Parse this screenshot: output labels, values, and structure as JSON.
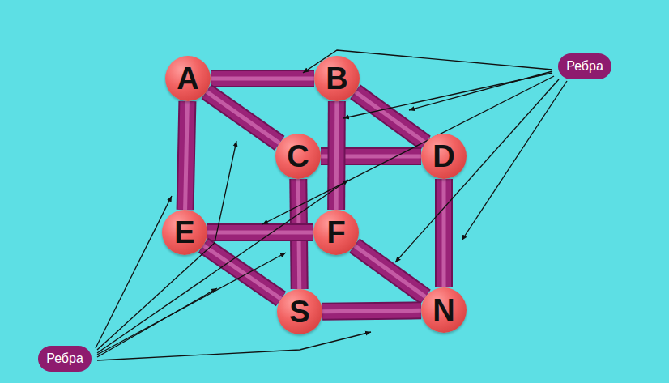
{
  "diagram": {
    "nodes": [
      {
        "text": [
          "A"
        ]
      },
      {
        "text": [
          "B"
        ]
      },
      {
        "text": [
          "C"
        ]
      },
      {
        "text": [
          "D"
        ]
      },
      {
        "text": [
          "E"
        ]
      },
      {
        "text": [
          "F"
        ]
      },
      {
        "text": [
          "S"
        ]
      },
      {
        "text": [
          "N"
        ]
      },
      {
        "text": [
          "Ребра"
        ]
      },
      {
        "text": [
          "Ребра"
        ]
      }
    ],
    "edges": [
      {
        "from": 0,
        "to": 1,
        "arrow": "none"
      },
      {
        "from": 0,
        "to": 2,
        "arrow": "none"
      },
      {
        "from": 1,
        "to": 3,
        "arrow": "none"
      },
      {
        "from": 2,
        "to": 3,
        "arrow": "none"
      },
      {
        "from": 0,
        "to": 4,
        "arrow": "none"
      },
      {
        "from": 1,
        "to": 5,
        "arrow": "none"
      },
      {
        "from": 2,
        "to": 6,
        "arrow": "none"
      },
      {
        "from": 3,
        "to": 7,
        "arrow": "none"
      },
      {
        "from": 4,
        "to": 5,
        "arrow": "none"
      },
      {
        "from": 4,
        "to": 6,
        "arrow": "none"
      },
      {
        "from": 5,
        "to": 7,
        "arrow": "none"
      },
      {
        "from": 6,
        "to": 7,
        "arrow": "none"
      }
    ]
  }
}
